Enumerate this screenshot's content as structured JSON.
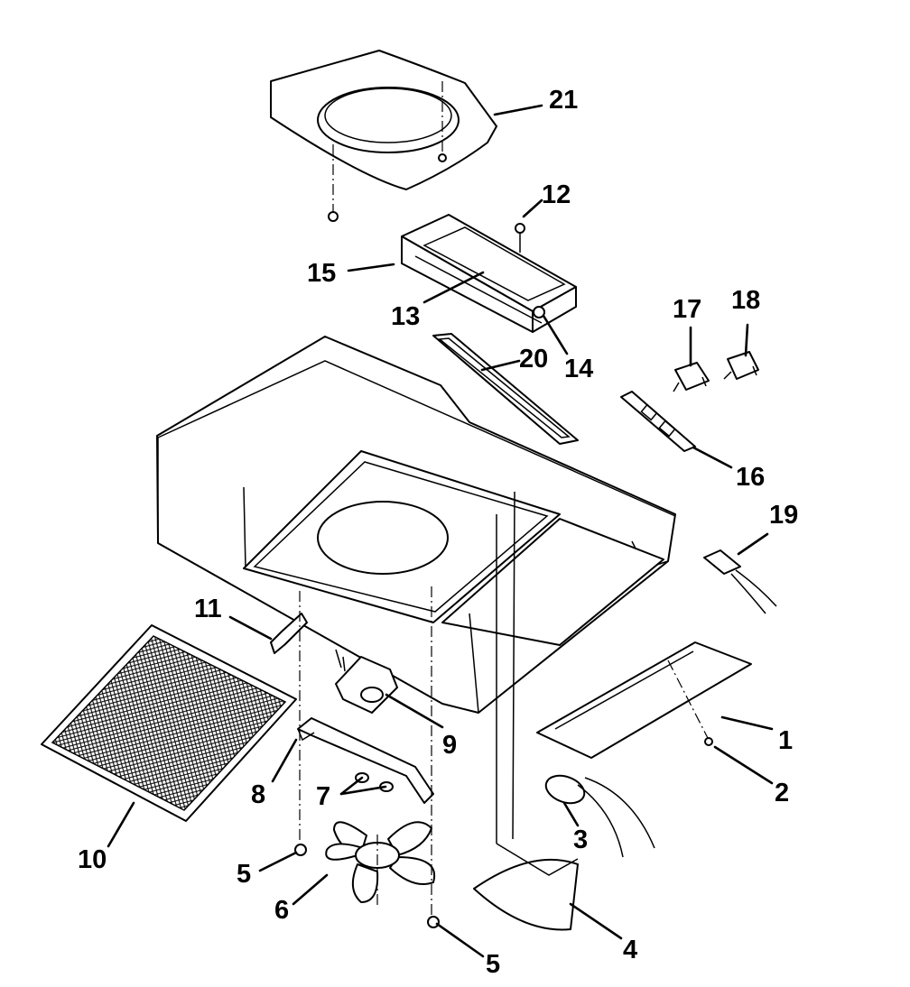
{
  "colors": {
    "ink": "#000000",
    "paper": "#ffffff"
  },
  "callouts": [
    {
      "label": "1",
      "part": "side-trim-panel"
    },
    {
      "label": "2",
      "part": "trim-screw"
    },
    {
      "label": "3",
      "part": "motor-capacitor"
    },
    {
      "label": "4",
      "part": "blower-cover"
    },
    {
      "label": "5",
      "part": "mounting-screw-left"
    },
    {
      "label": "5",
      "part": "mounting-screw-right"
    },
    {
      "label": "6",
      "part": "fan-blade"
    },
    {
      "label": "7",
      "part": "grommets"
    },
    {
      "label": "8",
      "part": "motor-bracket"
    },
    {
      "label": "9",
      "part": "fan-motor"
    },
    {
      "label": "10",
      "part": "grease-filter"
    },
    {
      "label": "11",
      "part": "filter-clip"
    },
    {
      "label": "12",
      "part": "damper-screw"
    },
    {
      "label": "13",
      "part": "damper-plate"
    },
    {
      "label": "14",
      "part": "damper-pivot"
    },
    {
      "label": "15",
      "part": "duct-connector"
    },
    {
      "label": "16",
      "part": "switch-plate"
    },
    {
      "label": "17",
      "part": "switch-light"
    },
    {
      "label": "18",
      "part": "switch-fan"
    },
    {
      "label": "19",
      "part": "terminal-block"
    },
    {
      "label": "20",
      "part": "vent-panel"
    },
    {
      "label": "21",
      "part": "round-duct-plate"
    }
  ]
}
